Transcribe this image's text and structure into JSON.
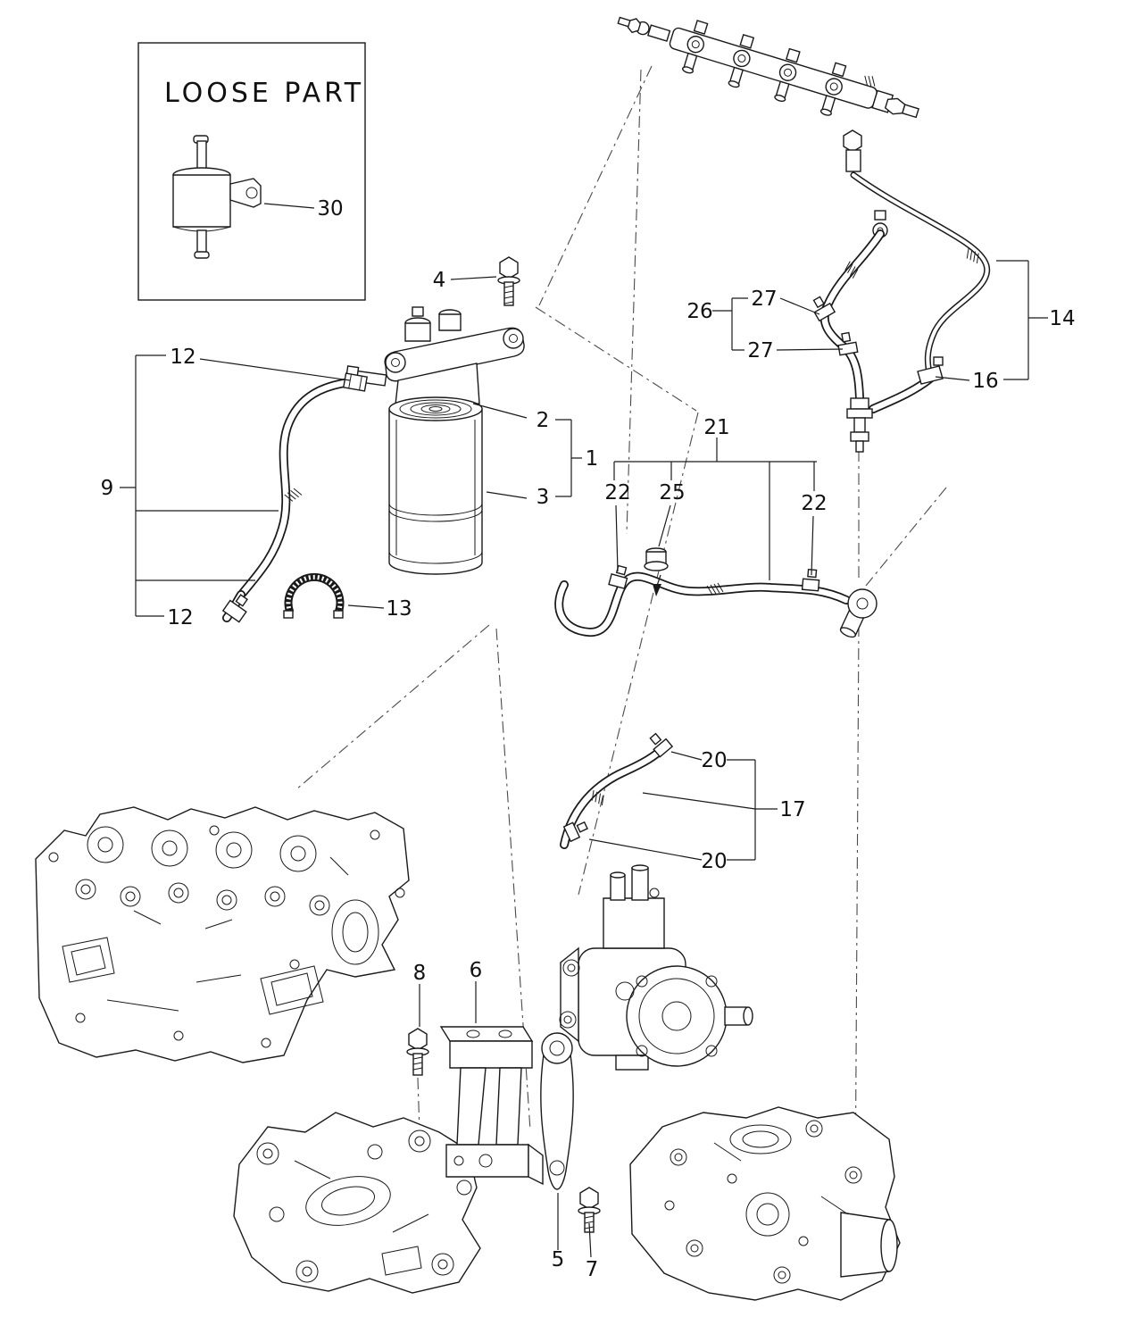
{
  "diagram": {
    "loose_part_label": "LOOSE PART",
    "callouts": [
      {
        "part": "30"
      },
      {
        "part": "4"
      },
      {
        "part": "12"
      },
      {
        "part": "2"
      },
      {
        "part": "1"
      },
      {
        "part": "3"
      },
      {
        "part": "9"
      },
      {
        "part": "12"
      },
      {
        "part": "13"
      },
      {
        "part": "26"
      },
      {
        "part": "27"
      },
      {
        "part": "27"
      },
      {
        "part": "14"
      },
      {
        "part": "16"
      },
      {
        "part": "21"
      },
      {
        "part": "22"
      },
      {
        "part": "25"
      },
      {
        "part": "22"
      },
      {
        "part": "20"
      },
      {
        "part": "17"
      },
      {
        "part": "20"
      },
      {
        "part": "8"
      },
      {
        "part": "6"
      },
      {
        "part": "5"
      },
      {
        "part": "7"
      }
    ]
  }
}
